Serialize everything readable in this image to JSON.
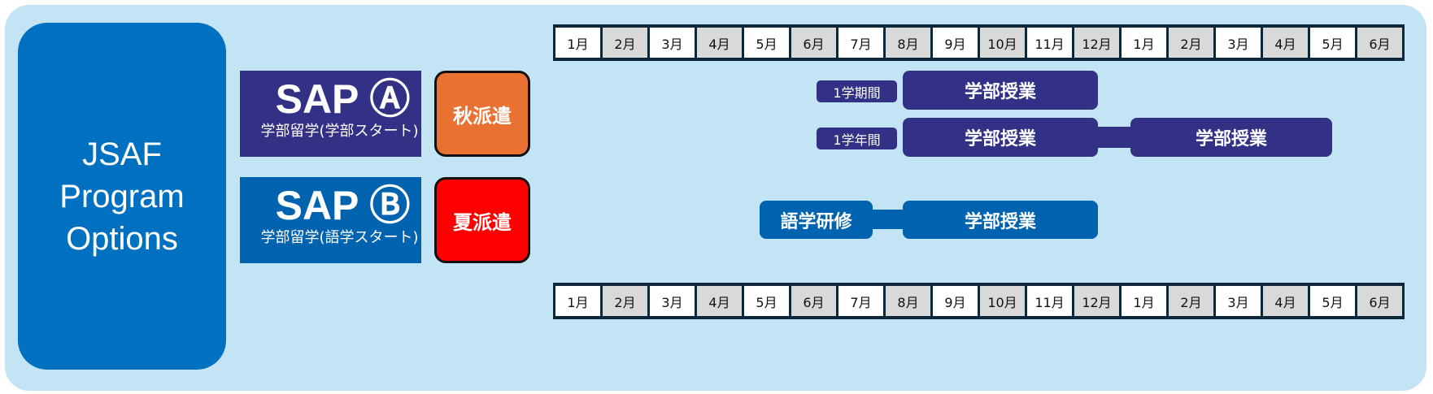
{
  "title": "JSAF Program Options",
  "programs": [
    {
      "name": "SAP Ⓐ",
      "sub": "学部留学(学部スタート)",
      "tag": "秋派遣"
    },
    {
      "name": "SAP Ⓑ",
      "sub": "学部留学(語学スタート)",
      "tag": "夏派遣"
    }
  ],
  "months": [
    "1月",
    "2月",
    "3月",
    "4月",
    "5月",
    "6月",
    "7月",
    "8月",
    "9月",
    "10月",
    "11月",
    "12月",
    "1月",
    "2月",
    "3月",
    "4月",
    "5月",
    "6月"
  ],
  "rows": {
    "a1": {
      "label": "1学期間",
      "blocks": [
        "学部授業"
      ]
    },
    "a2": {
      "label": "1学年間",
      "blocks": [
        "学部授業",
        "学部授業"
      ]
    },
    "b1": {
      "blocks": [
        "語学研修",
        "学部授業"
      ]
    }
  },
  "colors": {
    "sapA": "#333186",
    "sapB": "#0063b0",
    "autumn": "#e97132",
    "summer": "#ff0000",
    "jsaf": "#0070c0"
  }
}
